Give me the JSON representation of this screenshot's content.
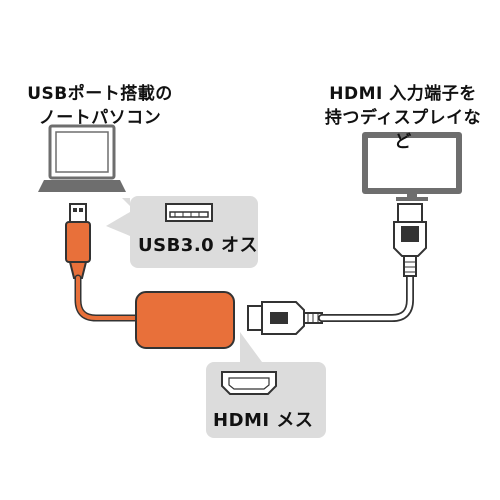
{
  "laptop_label": {
    "line1": "USBポート搭載の",
    "line2": "ノートパソコン"
  },
  "tv_label": {
    "line1": "HDMI 入力端子を",
    "line2": "持つディスプレイなど"
  },
  "usb_callout": {
    "text": "USB3.0 オス"
  },
  "hdmi_callout": {
    "text": "HDMI メス"
  },
  "colors": {
    "cable_orange": "#e8703a",
    "adapter_orange": "#e8703a",
    "callout_gray": "#dcdcdc",
    "device_gray": "#6e6e6e"
  }
}
